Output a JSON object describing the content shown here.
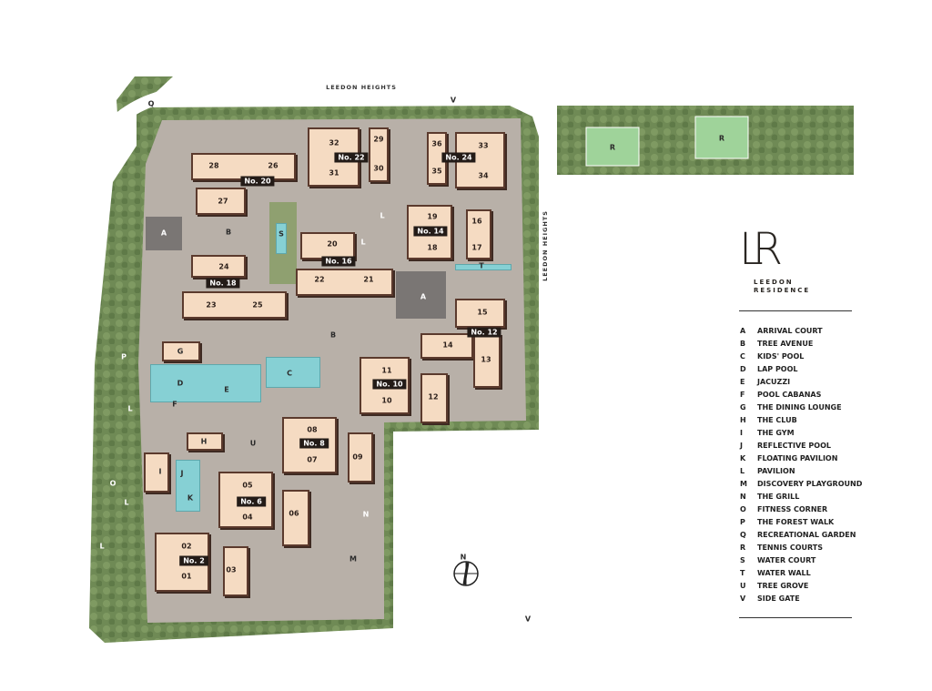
{
  "streets": {
    "top": "LEEDON HEIGHTS",
    "right": "LEEDON HEIGHTS"
  },
  "logo": {
    "mark": "LR",
    "line1": "LEEDON",
    "line2": "RESIDENCE"
  },
  "legend": [
    {
      "key": "A",
      "label": "ARRIVAL COURT"
    },
    {
      "key": "B",
      "label": "TREE AVENUE"
    },
    {
      "key": "C",
      "label": "KIDS' POOL"
    },
    {
      "key": "D",
      "label": "LAP POOL"
    },
    {
      "key": "E",
      "label": "JACUZZI"
    },
    {
      "key": "F",
      "label": "POOL CABANAS"
    },
    {
      "key": "G",
      "label": "THE DINING LOUNGE"
    },
    {
      "key": "H",
      "label": "THE CLUB"
    },
    {
      "key": "I",
      "label": "THE GYM"
    },
    {
      "key": "J",
      "label": "REFLECTIVE POOL"
    },
    {
      "key": "K",
      "label": "FLOATING PAVILION"
    },
    {
      "key": "L",
      "label": "PAVILION"
    },
    {
      "key": "M",
      "label": "DISCOVERY PLAYGROUND"
    },
    {
      "key": "N",
      "label": "THE GRILL"
    },
    {
      "key": "O",
      "label": "FITNESS CORNER"
    },
    {
      "key": "P",
      "label": "THE FOREST WALK"
    },
    {
      "key": "Q",
      "label": "RECREATIONAL GARDEN"
    },
    {
      "key": "R",
      "label": "TENNIS COURTS"
    },
    {
      "key": "S",
      "label": "WATER COURT"
    },
    {
      "key": "T",
      "label": "WATER WALL"
    },
    {
      "key": "U",
      "label": "TREE GROVE"
    },
    {
      "key": "V",
      "label": "SIDE GATE"
    }
  ],
  "blocks": {
    "no2": "No. 2",
    "no6": "No. 6",
    "no8": "No. 8",
    "no10": "No. 10",
    "no12": "No. 12",
    "no14": "No. 14",
    "no16": "No. 16",
    "no18": "No. 18",
    "no20": "No. 20",
    "no22": "No. 22",
    "no24": "No. 24"
  },
  "units": {
    "u01": "01",
    "u02": "02",
    "u03": "03",
    "u04": "04",
    "u05": "05",
    "u06": "06",
    "u07": "07",
    "u08": "08",
    "u09": "09",
    "u10": "10",
    "u11": "11",
    "u12": "12",
    "u13": "13",
    "u14": "14",
    "u15": "15",
    "u16": "16",
    "u17": "17",
    "u18": "18",
    "u19": "19",
    "u20": "20",
    "u21": "21",
    "u22": "22",
    "u23": "23",
    "u24": "24",
    "u25": "25",
    "u26": "26",
    "u27": "27",
    "u28": "28",
    "u29": "29",
    "u30": "30",
    "u31": "31",
    "u32": "32",
    "u33": "33",
    "u34": "34",
    "u35": "35",
    "u36": "36"
  },
  "compass": "N",
  "colors": {
    "landscape": "#6f8a55",
    "building": "#f5dbc2",
    "pool": "#86d0d4",
    "tennis": "#9fd39a"
  }
}
